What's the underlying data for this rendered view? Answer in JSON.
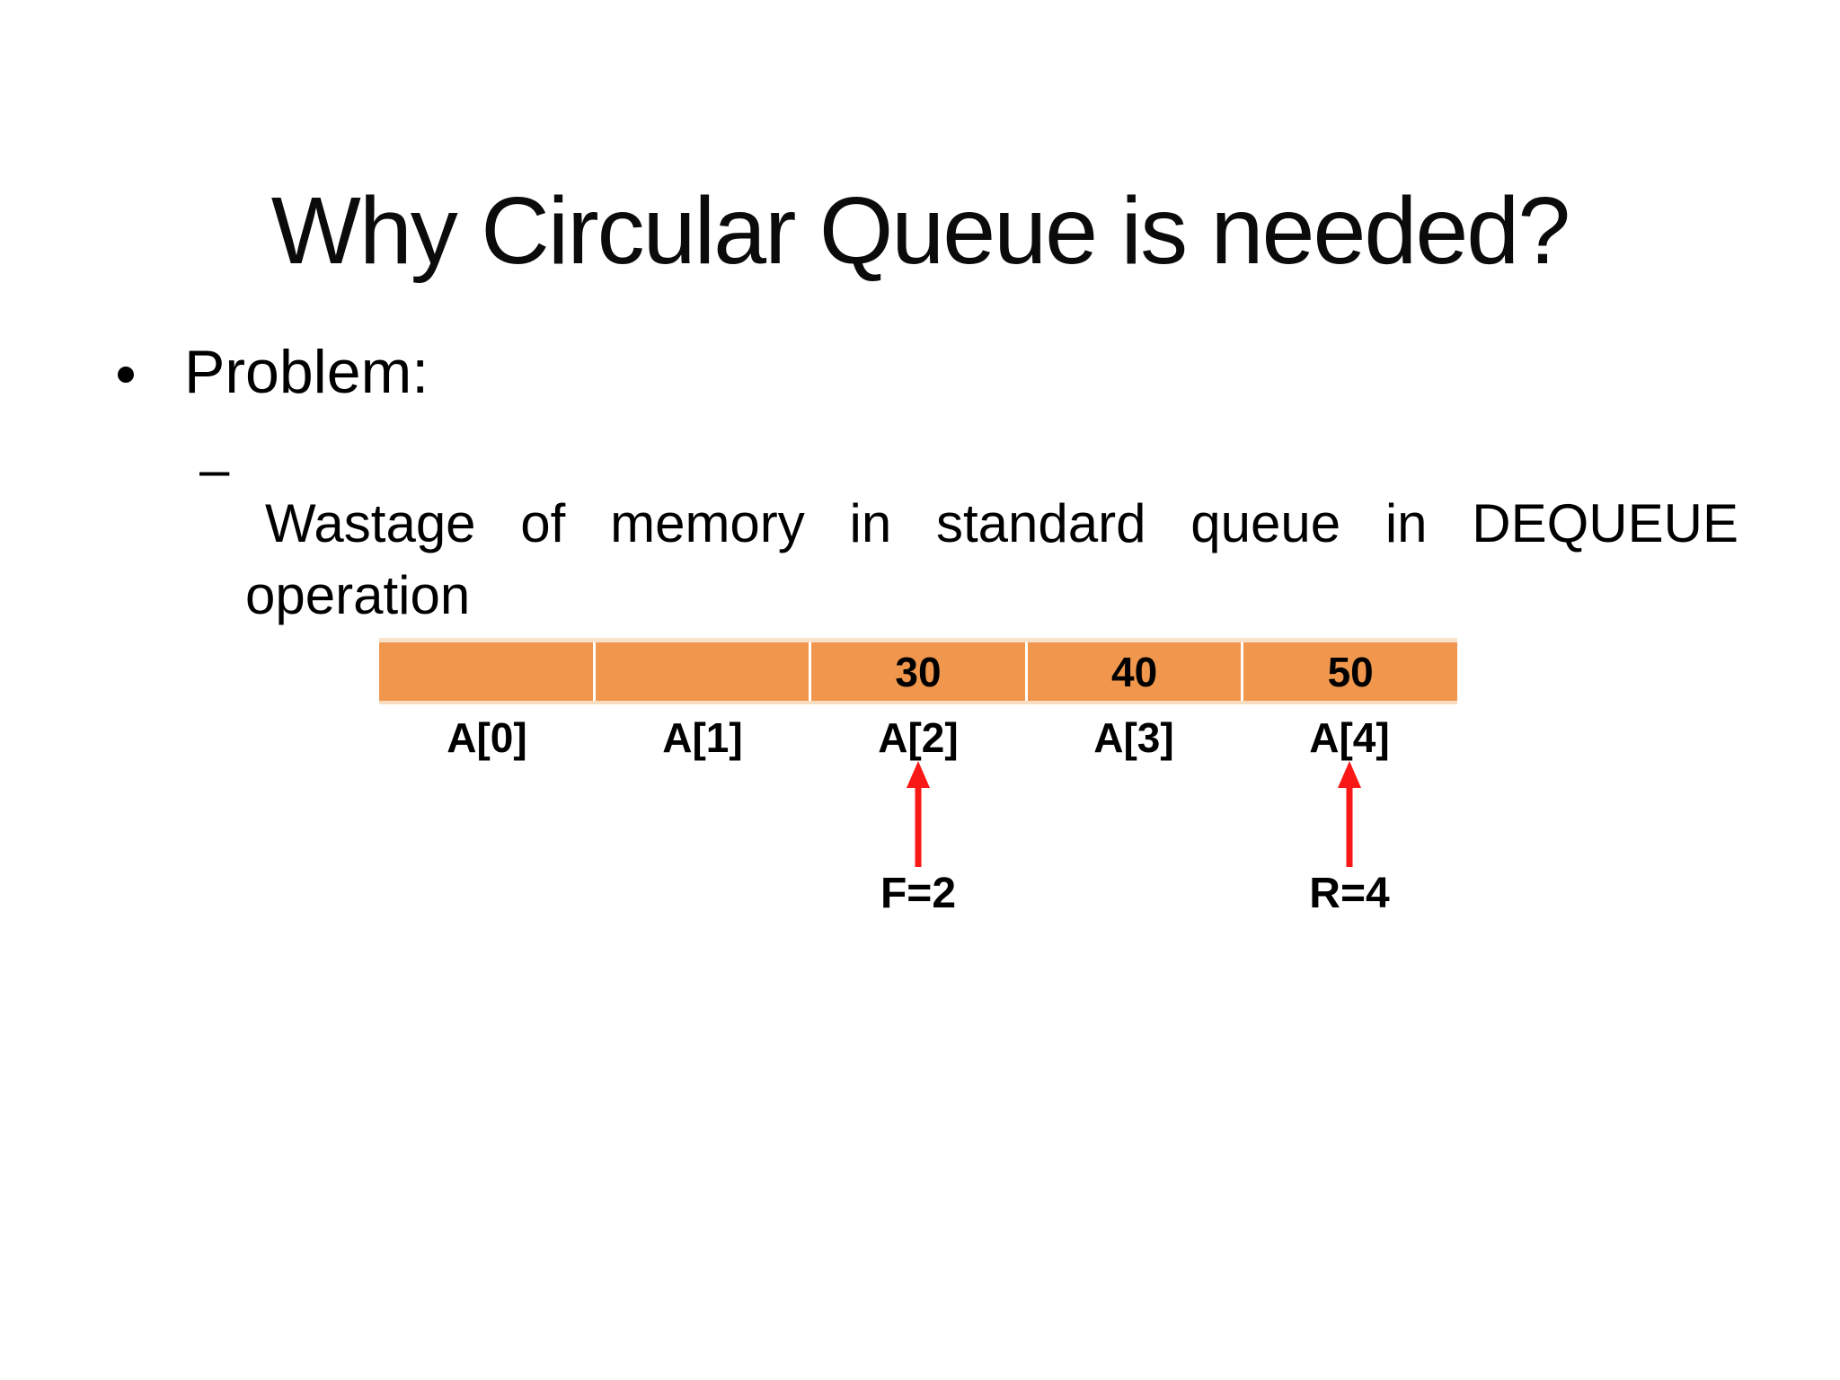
{
  "slide": {
    "title": "Why Circular Queue is needed?",
    "bullets": {
      "marker": "•",
      "label": "Problem:",
      "sub_marker": "–",
      "sub_text": "Wastage of memory in standard queue in DEQUEUE operation"
    }
  },
  "diagram": {
    "array_cells": [
      {
        "index_label": "A[0]",
        "value": ""
      },
      {
        "index_label": "A[1]",
        "value": ""
      },
      {
        "index_label": "A[2]",
        "value": "30"
      },
      {
        "index_label": "A[3]",
        "value": "40"
      },
      {
        "index_label": "A[4]",
        "value": "50"
      }
    ],
    "pointers": [
      {
        "label": "F=2",
        "cell_index": 2,
        "name": "front-pointer"
      },
      {
        "label": "R=4",
        "cell_index": 4,
        "name": "rear-pointer"
      }
    ],
    "colors": {
      "cell_fill": "#F0974D",
      "cell_edge_highlight": "#FBE3CB",
      "divider": "#FFFFFF",
      "arrow": "#F81815",
      "text": "#000000"
    }
  }
}
